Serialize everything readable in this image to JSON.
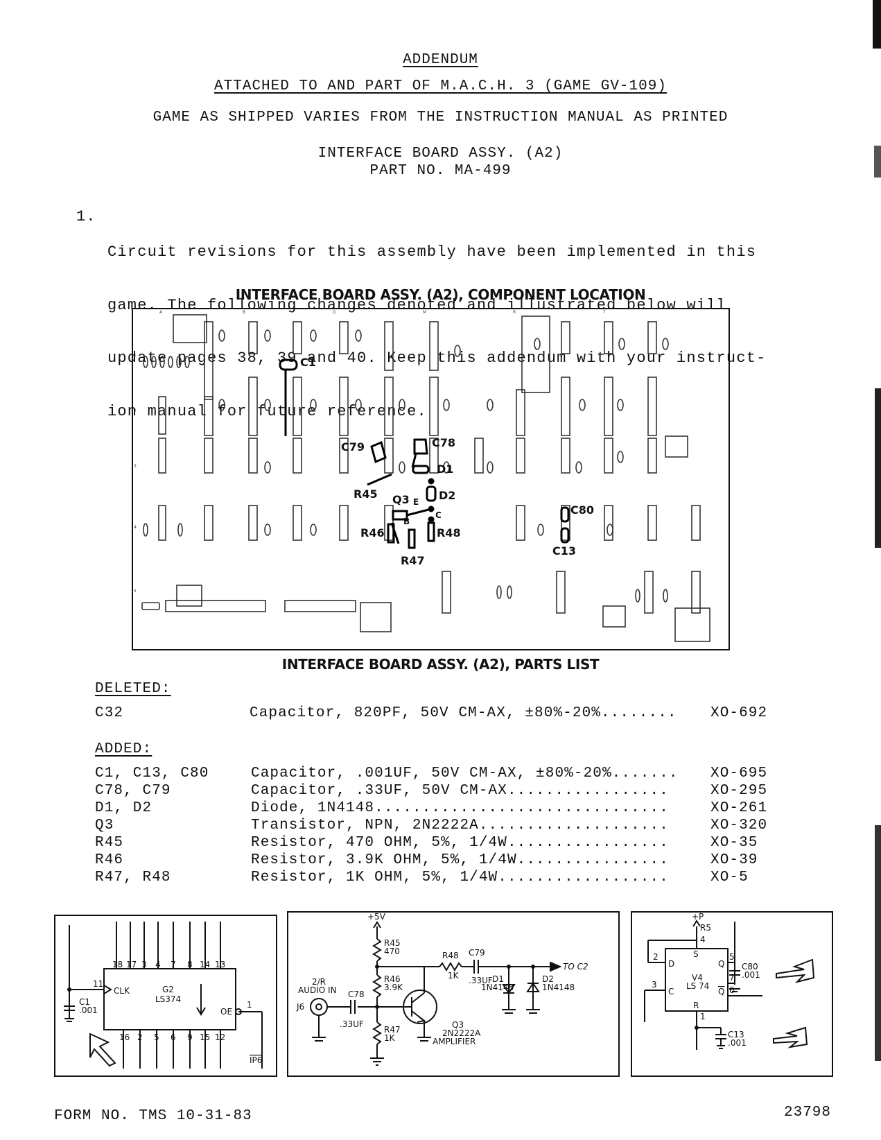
{
  "header": {
    "title": "ADDENDUM",
    "attached": "ATTACHED TO AND PART OF M.A.C.H. 3 (GAME GV-109)",
    "varies": "GAME AS SHIPPED VARIES FROM THE INSTRUCTION MANUAL AS PRINTED",
    "assembly": "INTERFACE BOARD ASSY. (A2)",
    "part_no": "PART NO. MA-499"
  },
  "paragraph": {
    "number": "1.",
    "lines": [
      "Circuit revisions for this assembly have been implemented in this",
      "game. The following changes denoted and illustrated below will",
      "update pages 38, 39 and 40. Keep this addendum with your instruct-",
      "ion manual for future reference."
    ]
  },
  "component_location": {
    "caption": "INTERFACE BOARD ASSY. (A2), COMPONENT LOCATION",
    "labels": {
      "c1": "C1",
      "c79": "C79",
      "c78": "C78",
      "d1": "D1",
      "d2": "D2",
      "r45": "R45",
      "q3": "Q3",
      "e": "E",
      "b": "B",
      "c": "C",
      "r46": "R46",
      "r48": "R48",
      "r47": "R47",
      "c80": "C80",
      "c13": "C13"
    }
  },
  "parts_list": {
    "caption": "INTERFACE BOARD ASSY. (A2), PARTS LIST",
    "deleted_heading": "DELETED:",
    "deleted": [
      {
        "ref": "C32",
        "desc": "Capacitor, 820PF, 50V CM-AX, ±80%-20%........",
        "part": "XO-692"
      }
    ],
    "added_heading": "ADDED:",
    "added": [
      {
        "ref": "C1, C13, C80",
        "desc": "Capacitor, .001UF, 50V CM-AX, ±80%-20%.......",
        "part": "XO-695"
      },
      {
        "ref": "C78, C79",
        "desc": "Capacitor, .33UF, 50V CM-AX.................",
        "part": "XO-295"
      },
      {
        "ref": "D1, D2",
        "desc": "Diode, 1N4148...............................",
        "part": "XO-261"
      },
      {
        "ref": "Q3",
        "desc": "Transistor, NPN, 2N2222A....................",
        "part": "XO-320"
      },
      {
        "ref": "R45",
        "desc": "Resistor, 470 OHM, 5%, 1/4W.................",
        "part": "XO-35"
      },
      {
        "ref": "R46",
        "desc": "Resistor, 3.9K OHM, 5%, 1/4W................",
        "part": "XO-39"
      },
      {
        "ref": "R47, R48",
        "desc": "Resistor, 1K OHM, 5%, 1/4W..................",
        "part": "XO-5"
      }
    ]
  },
  "schematic_g2": {
    "top_pins": [
      "18",
      "17",
      "3",
      "4",
      "7",
      "8",
      "14",
      "13"
    ],
    "bottom_pins": [
      "16",
      "2",
      "5",
      "6",
      "9",
      "15",
      "12"
    ],
    "pin_11": "11",
    "clk": "CLK",
    "chip": "G2",
    "type": "LS374",
    "oe": "OE",
    "pin_1": "1",
    "ip6": "IP6",
    "cap": "C1",
    "cap_val": ".001"
  },
  "schematic_audio": {
    "supply": "+5V",
    "r45": "R45",
    "r45_val": "470",
    "r46": "R46",
    "r46_val": "3.9K",
    "r47": "R47",
    "r47_val": "1K",
    "r48": "R48",
    "r48_val": "1K",
    "c79": "C79",
    "c79_val": ".33UF",
    "c78": "C78",
    "c78_val": ".33UF",
    "input_a": "2/R",
    "input_b": "AUDIO IN",
    "jack": "J6",
    "d1": "D1",
    "d1_val": "1N4148",
    "d2": "D2",
    "d2_val": "1N4148",
    "q3": "Q3",
    "q3_val": "2N2222A",
    "q3_role": "AMPLIFIER",
    "to": "TO C2"
  },
  "schematic_v4": {
    "supply": "+P",
    "r5": "R5",
    "pin4": "4",
    "s": "S",
    "pin2": "2",
    "d": "D",
    "pin5": "5",
    "q": "Q",
    "chip": "V4",
    "type": "LS 74",
    "pin7": "7",
    "pin3": "3",
    "cpin": "C",
    "pin6": "6",
    "qbar": "Q",
    "r": "R",
    "pin1": "1",
    "c80": "C80",
    "c80_val": ".001",
    "c13": "C13",
    "c13_val": ".001"
  },
  "footer": {
    "form": "FORM NO. TMS 10-31-83",
    "number": "23798"
  }
}
